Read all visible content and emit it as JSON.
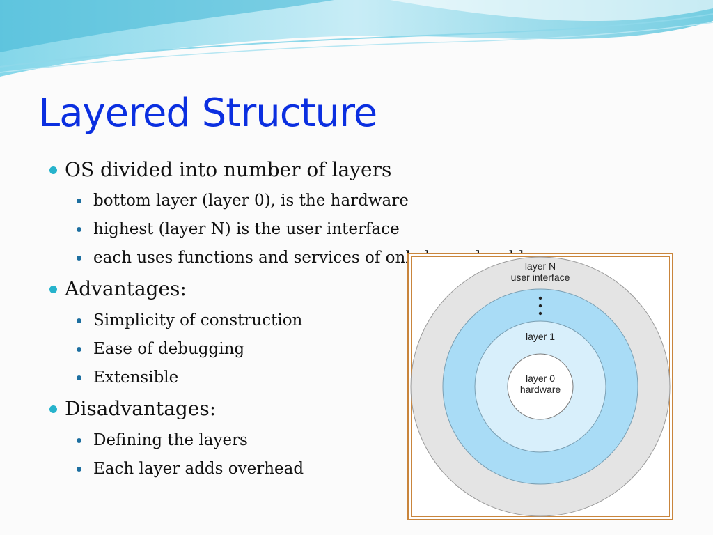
{
  "slide": {
    "title": "Layered Structure",
    "bullets": [
      {
        "text": "OS divided into number of layers",
        "sub": [
          "bottom layer (layer 0), is the hardware",
          "highest (layer N) is the user interface",
          "each uses functions and services of only lower-level layers"
        ]
      },
      {
        "text": "Advantages:",
        "sub": [
          "Simplicity of construction",
          "Ease of debugging",
          "Extensible"
        ]
      },
      {
        "text": "Disadvantages:",
        "sub": [
          "Defining the layers",
          "Each layer adds overhead"
        ]
      }
    ]
  },
  "diagram": {
    "outer_line1": "layer N",
    "outer_line2": "user interface",
    "middle_label": "layer 1",
    "center_line1": "layer 0",
    "center_line2": "hardware"
  },
  "colors": {
    "title": "#0b2fe0",
    "bullet_l1": "#26b3cc",
    "bullet_l2": "#1d6fa0",
    "ring_outer": "#e4e4e4",
    "ring_blue": "#a9dcf6",
    "ring_light": "#d8effb",
    "frame": "#c9853c"
  }
}
